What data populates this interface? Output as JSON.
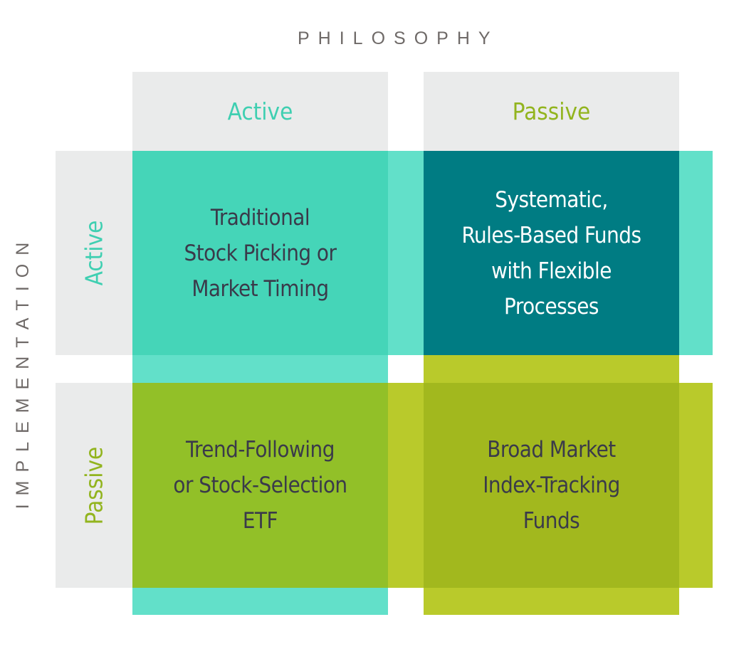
{
  "philosophy_label": "PHILOSOPHY",
  "implementation_label": "IMPLEMENTATION",
  "columns": [
    {
      "label": "Active",
      "color": "#3fcfb1"
    },
    {
      "label": "Passive",
      "color": "#92b41e"
    }
  ],
  "rows": [
    {
      "label": "Active",
      "color": "#3fcfb1"
    },
    {
      "label": "Passive",
      "color": "#92b41e"
    }
  ],
  "cells": {
    "active_active": {
      "text": "Traditional\nStock Picking or\nMarket Timing",
      "bg": "#45d5b8",
      "text_color": "#3a3a4a"
    },
    "active_passive": {
      "text": "Systematic,\nRules-Based Funds\nwith Flexible\nProcesses",
      "bg": "#007c83",
      "text_color": "#ffffff"
    },
    "passive_active": {
      "text": "Trend-Following\nor Stock-Selection\nETF",
      "bg": "#92c028",
      "text_color": "#3a3a4a"
    },
    "passive_passive": {
      "text": "Broad Market\nIndex-Tracking\nFunds",
      "bg": "#a2b81e",
      "text_color": "#3a3a4a"
    }
  }
}
